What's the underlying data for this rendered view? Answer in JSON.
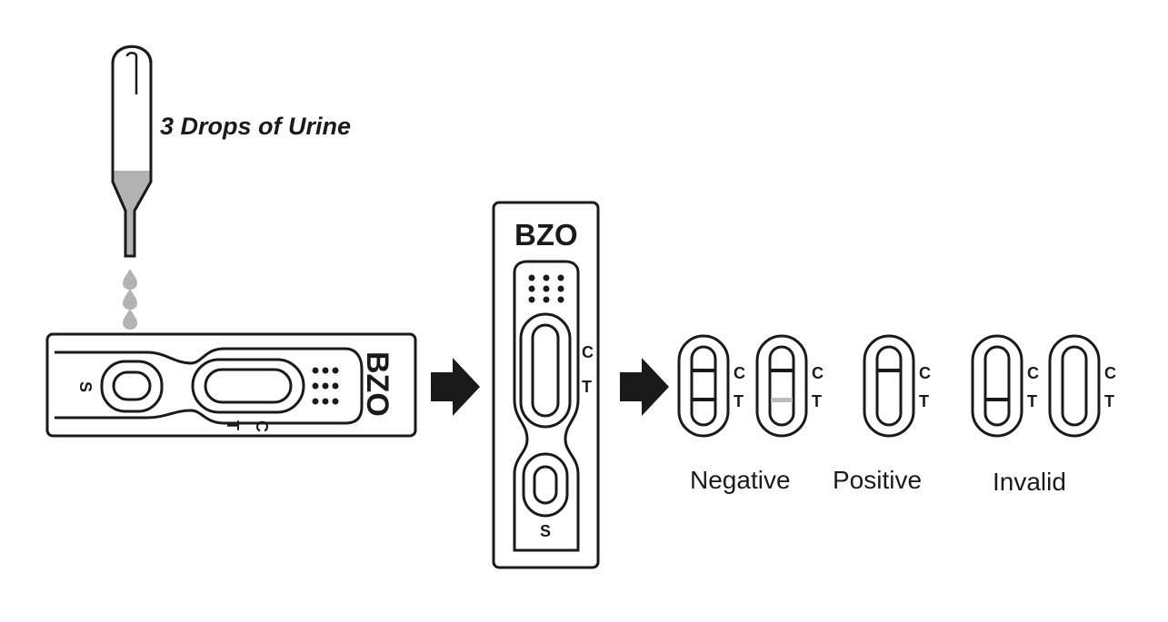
{
  "instruction": "3 Drops of Urine",
  "cassette": {
    "brand": "BZO",
    "sample_label": "S",
    "control_label": "C",
    "test_label": "T"
  },
  "results": {
    "negative": "Negative",
    "positive": "Positive",
    "invalid": "Invalid"
  },
  "colors": {
    "line": "#1a1a1a",
    "liquid": "#b3b3b3",
    "faint_band": "#bdbdbd"
  }
}
